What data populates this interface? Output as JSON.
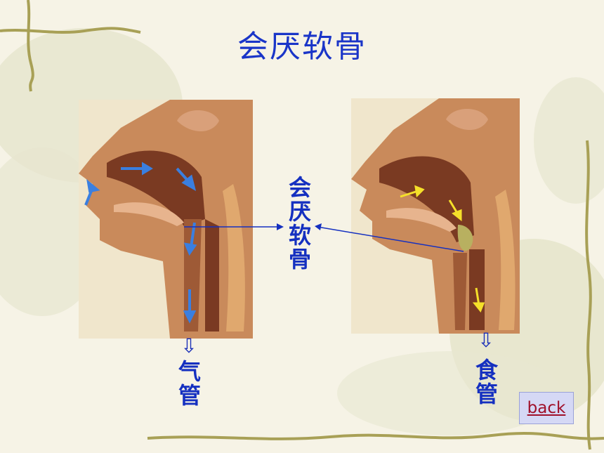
{
  "slide": {
    "title": "会厌软骨",
    "center_label": [
      "会",
      "厌",
      "软",
      "骨"
    ],
    "left_label": [
      "气",
      "管"
    ],
    "right_label": [
      "食",
      "管"
    ],
    "back_link": "back",
    "down_arrow_glyph": "⇩"
  },
  "colors": {
    "text_blue": "#1530c0",
    "link": "#a0102a",
    "button_bg": "#d5d8f5",
    "tissue": "#c98a5b",
    "cavity": "#7a3a22",
    "air_arrow": "#3a7fe0",
    "food_arrow": "#f5e02a"
  }
}
